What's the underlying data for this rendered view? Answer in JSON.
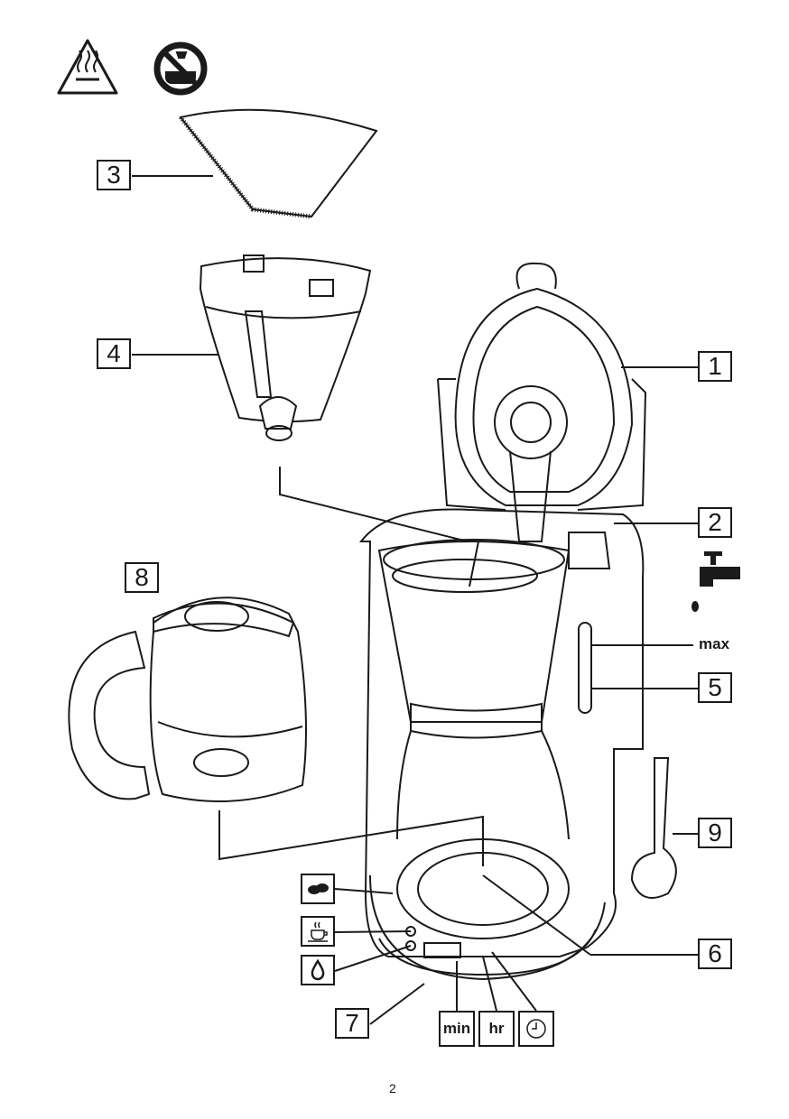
{
  "labels": {
    "l1": "1",
    "l2": "2",
    "l3": "3",
    "l4": "4",
    "l5": "5",
    "l6": "6",
    "l7": "7",
    "l8": "8",
    "l9": "9"
  },
  "water_level_label": "max",
  "buttons": {
    "min": "min",
    "hr": "hr",
    "clock": "clock-icon"
  },
  "control_icons": [
    "coffee-beans-icon",
    "cup-icon",
    "water-drop-icon"
  ],
  "warning_icons": [
    "hot-surface-warning-icon",
    "no-immersion-icon",
    "water-tap-icon"
  ],
  "page_number": "2"
}
